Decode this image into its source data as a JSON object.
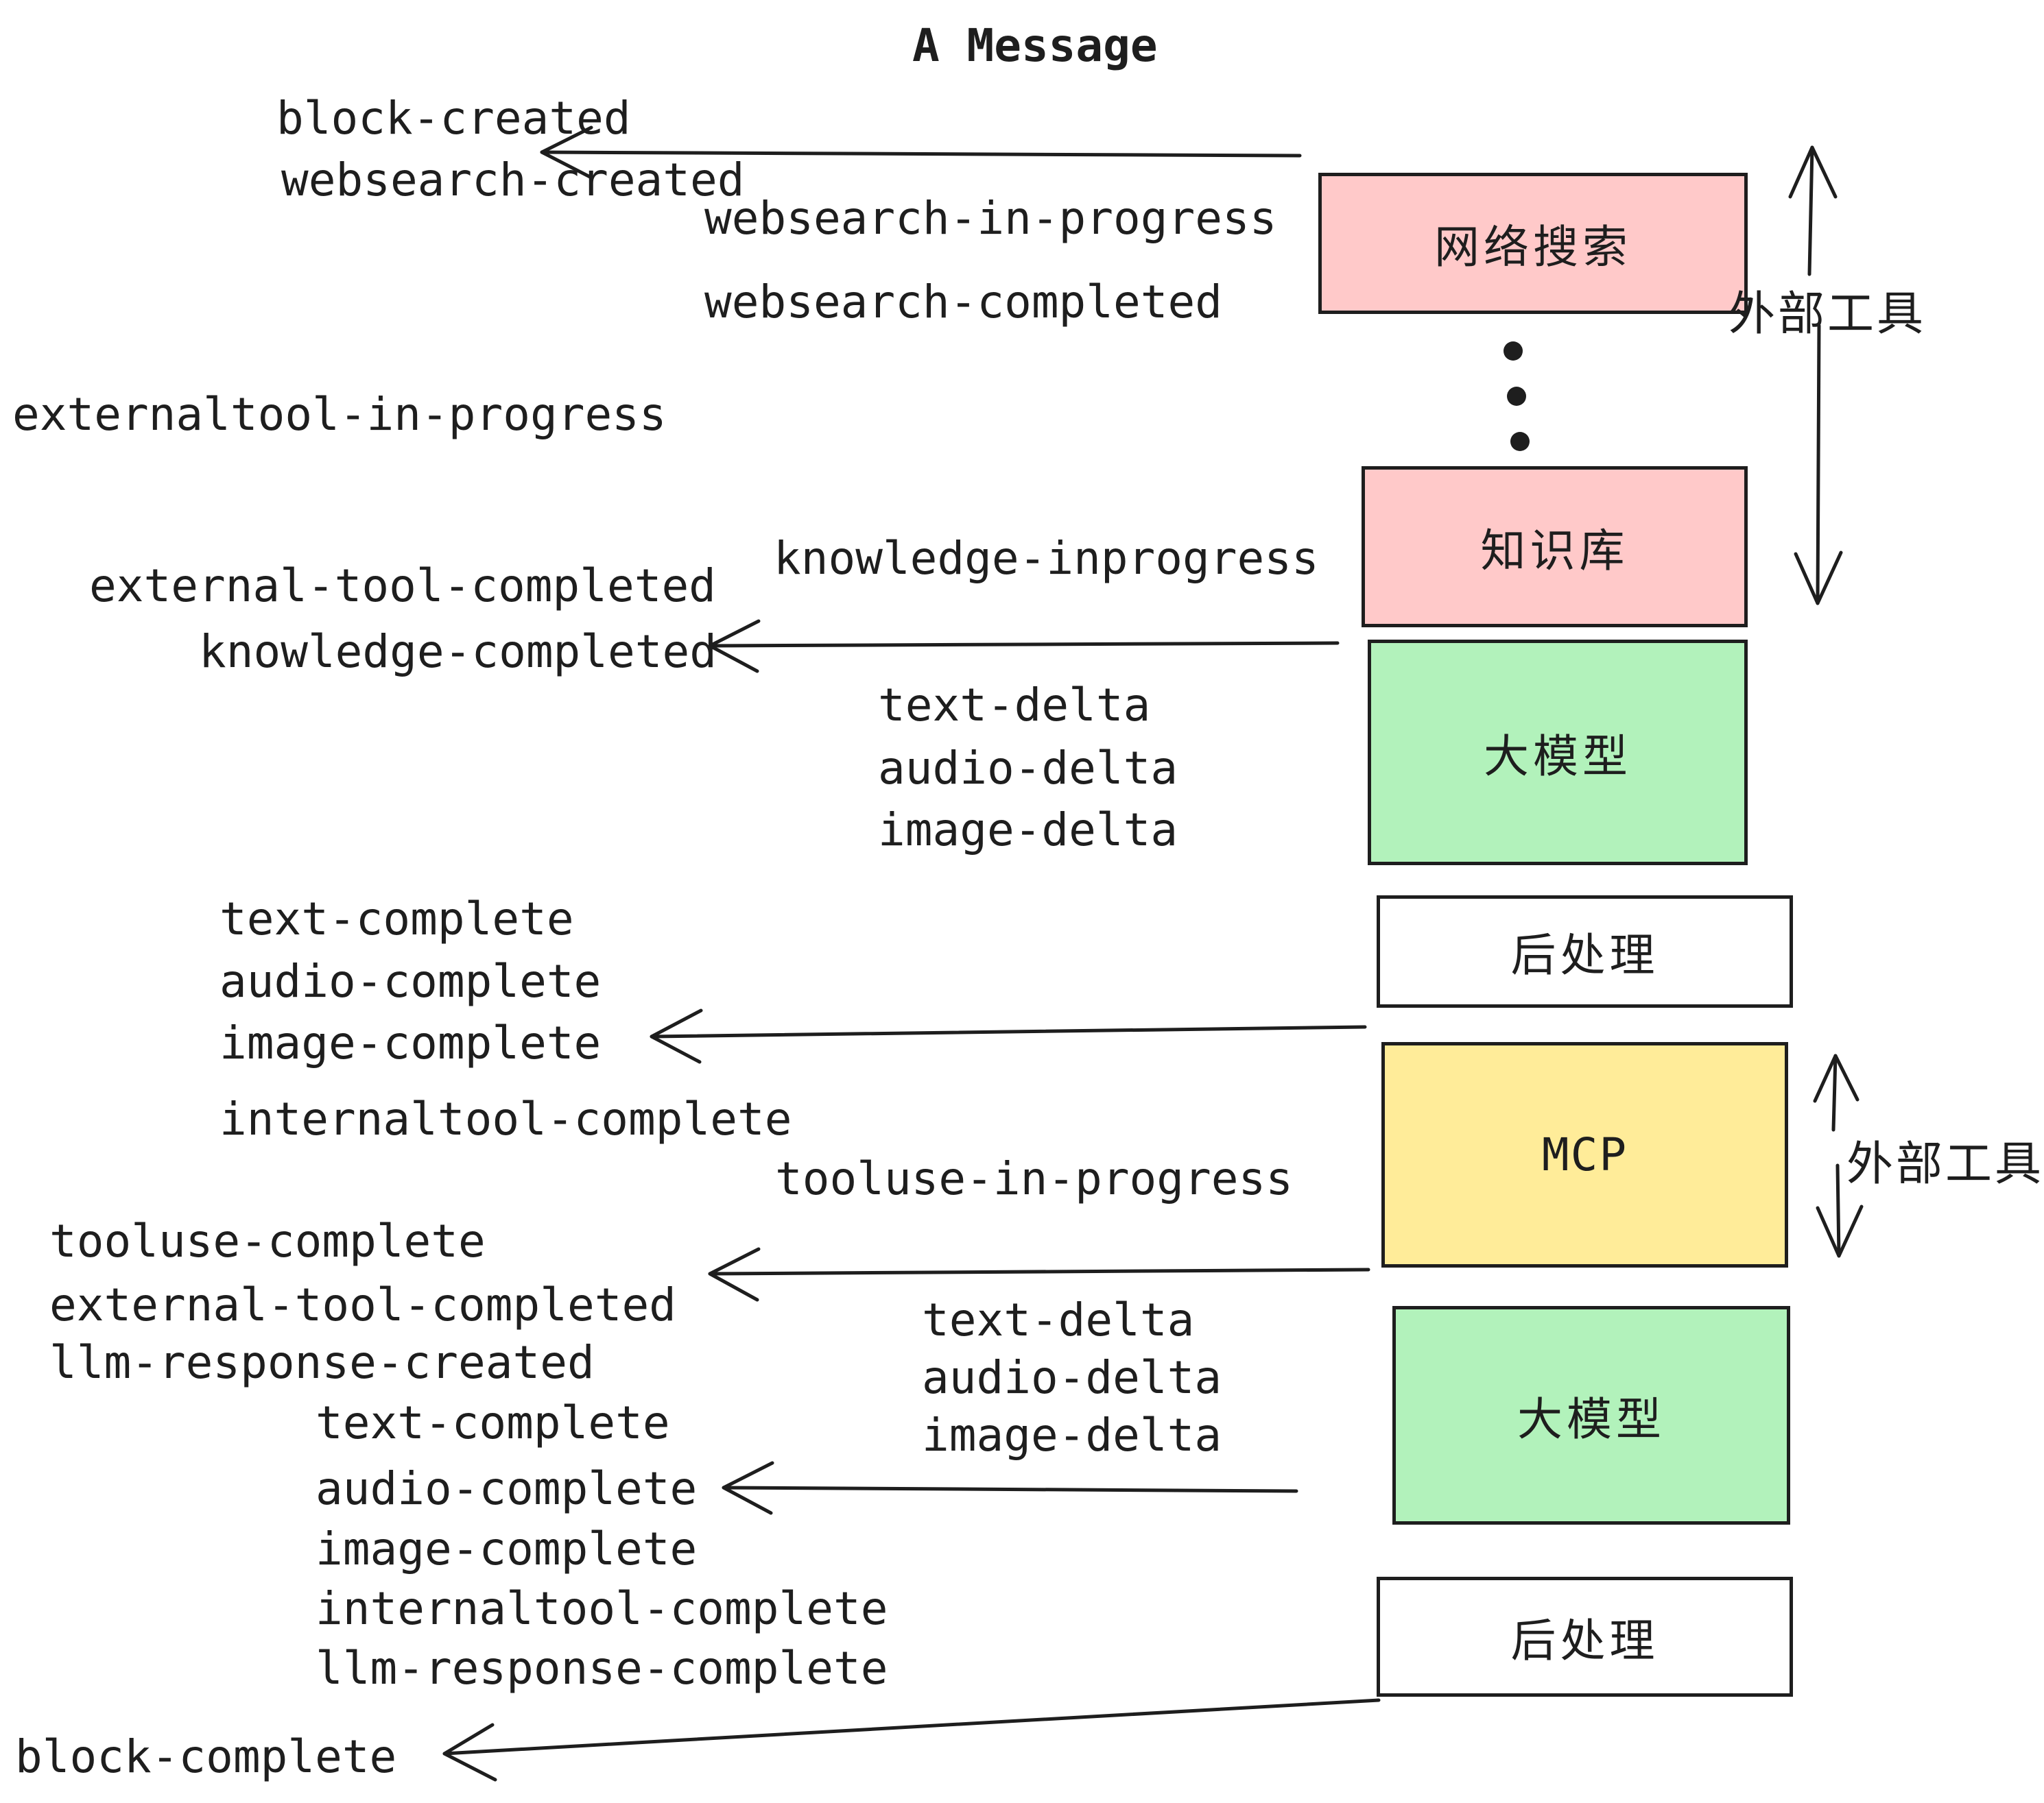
{
  "title": "A Message",
  "colors": {
    "pink": "#ffc9c9",
    "green": "#b2f2bb",
    "yellow": "#ffec99",
    "ink": "#1e1e1e"
  },
  "boxes": {
    "websearch": "网络搜索",
    "knowledge": "知识库",
    "llm_top": "大模型",
    "postprocess_top": "后处理",
    "mcp": "MCP",
    "llm_bottom": "大模型",
    "postprocess_bottom": "后处理"
  },
  "annotations": {
    "external_tools_top": "外部工具",
    "external_tools_mcp": "外部工具"
  },
  "events": {
    "block_created": "block-created",
    "websearch_created": "websearch-created",
    "websearch_in_progress": "websearch-in-progress",
    "websearch_completed": "websearch-completed",
    "externaltool_in_progress": "externaltool-in-progress",
    "knowledge_inprogress": "knowledge-inprogress",
    "external_tool_completed_1": "external-tool-completed",
    "knowledge_completed": "knowledge-completed",
    "text_delta_1": "text-delta",
    "audio_delta_1": "audio-delta",
    "image_delta_1": "image-delta",
    "text_complete_1": "text-complete",
    "audio_complete_1": "audio-complete",
    "image_complete_1": "image-complete",
    "internaltool_complete_1": "internaltool-complete",
    "tooluse_in_progress": "tooluse-in-progress",
    "tooluse_complete": "tooluse-complete",
    "external_tool_completed_2": "external-tool-completed",
    "llm_response_created": "llm-response-created",
    "text_delta_2": "text-delta",
    "audio_delta_2": "audio-delta",
    "image_delta_2": "image-delta",
    "text_complete_2": "text-complete",
    "audio_complete_2": "audio-complete",
    "image_complete_2": "image-complete",
    "internaltool_complete_2": "internaltool-complete",
    "llm_response_complete": "llm-response-complete",
    "block_complete": "block-complete"
  }
}
